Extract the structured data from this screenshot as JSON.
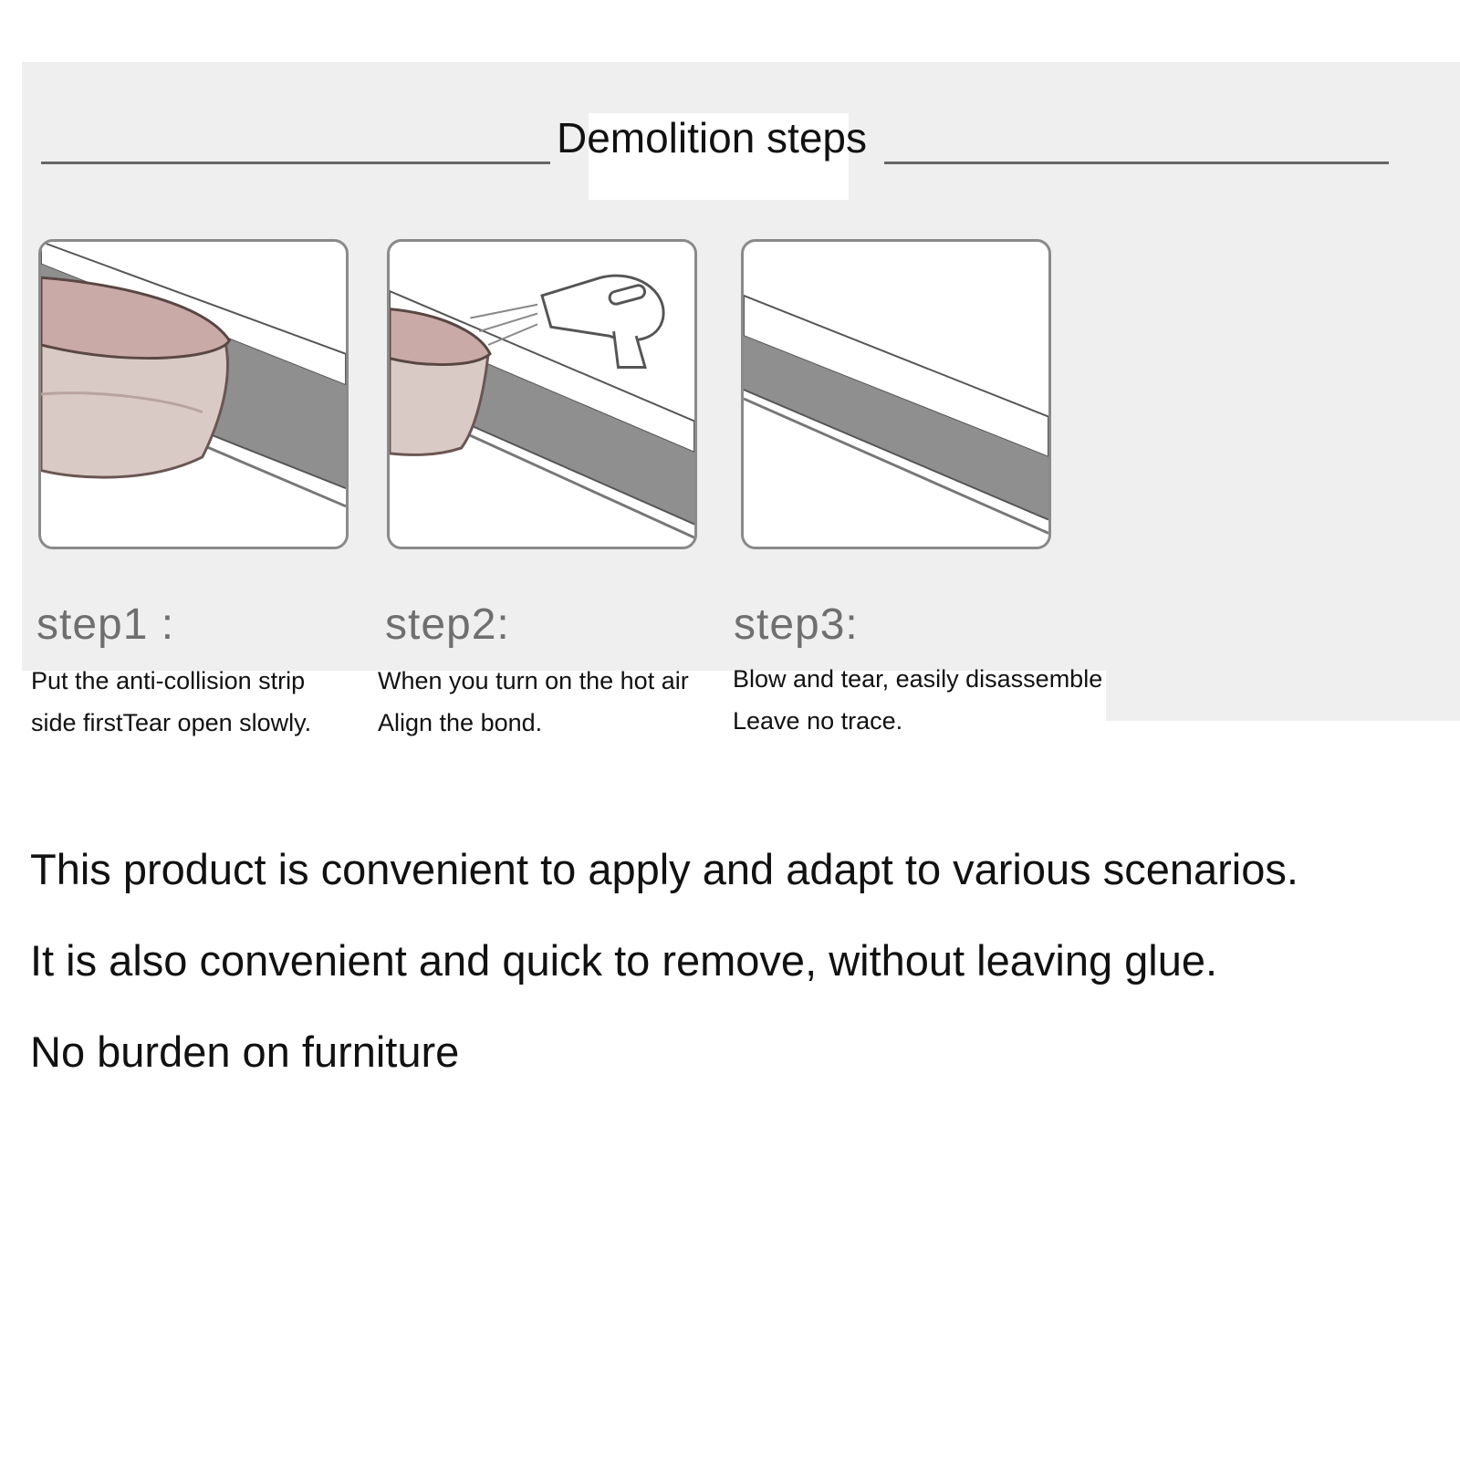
{
  "section": {
    "title": "Demolition steps"
  },
  "steps": [
    {
      "label": "step1  :",
      "lines": [
        "Put the anti-collision strip",
        "side firstTear open slowly."
      ]
    },
    {
      "label": "step2:",
      "lines": [
        "When you turn on the hot air",
        "Align the bond."
      ]
    },
    {
      "label": "step3:",
      "lines": [
        "Blow and tear, easily disassemble",
        "Leave no trace."
      ]
    }
  ],
  "body": {
    "line1": "This product is convenient to apply and adapt to various scenarios.",
    "line2": "It is also convenient and quick to remove, without leaving glue.",
    "line3": "No burden on furniture"
  },
  "colors": {
    "panel": "#efefef",
    "strip": "#8f8f8f",
    "cushion": "#c9b6b1",
    "step_label": "#6f6f6f"
  }
}
